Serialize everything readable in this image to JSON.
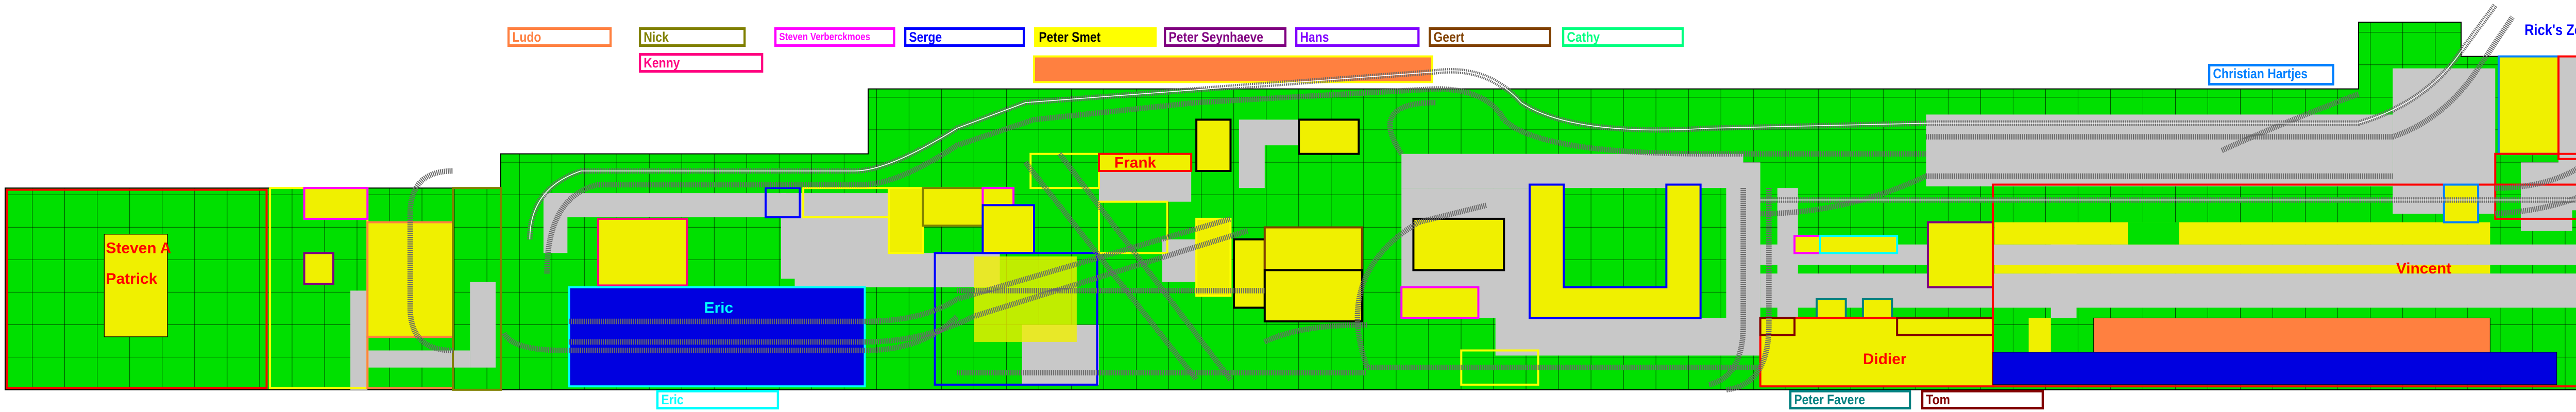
{
  "legend": [
    {
      "name": "Ludo",
      "color": "#ff8040"
    },
    {
      "name": "Nick",
      "color": "#808000"
    },
    {
      "name": "Steven Verberckmoes",
      "color": "#ff00ff"
    },
    {
      "name": "Serge",
      "color": "#0000ff"
    },
    {
      "name": "Peter Smet",
      "color": "#ffff00"
    },
    {
      "name": "Peter Seynhaeve",
      "color": "#800080"
    },
    {
      "name": "Hans",
      "color": "#8000ff"
    },
    {
      "name": "Geert",
      "color": "#804000"
    },
    {
      "name": "Cathy",
      "color": "#00ff80"
    },
    {
      "name": "Kenny",
      "color": "#ff0080"
    },
    {
      "name": "Eric",
      "color": "#00ffff"
    },
    {
      "name": "Peter Favere",
      "color": "#008080"
    },
    {
      "name": "Tom",
      "color": "#800000"
    },
    {
      "name": "Christian Hartjes",
      "color": "#0080ff"
    }
  ],
  "free_labels": {
    "ricks_zoo": "Rick's Zoo"
  },
  "map_labels": {
    "steven_a": "Steven A",
    "patrick": "Patrick",
    "eric": "Eric",
    "frank": "Frank",
    "didier": "Didier",
    "vincent": "Vincent"
  },
  "colors": {
    "baseplate": "#00e000",
    "building_area": "#f0f000",
    "road": "#c8c8c8",
    "water": "#0000e0",
    "track": "#6a6a6a"
  }
}
